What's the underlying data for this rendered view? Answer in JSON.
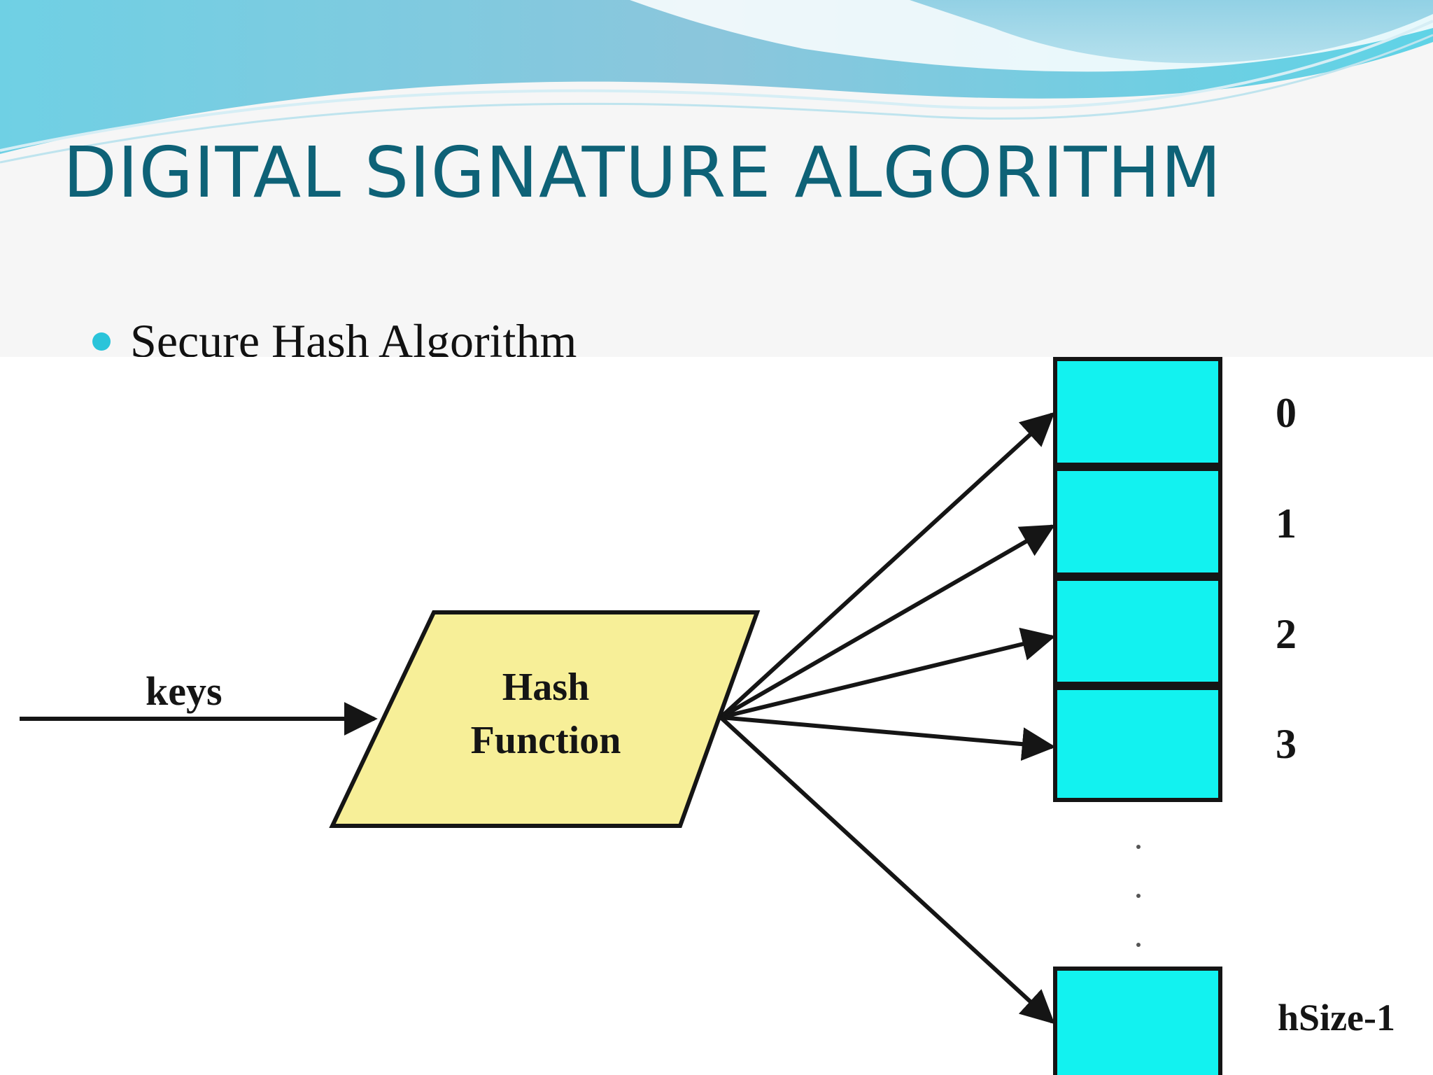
{
  "slide": {
    "title": "DIGITAL SIGNATURE ALGORITHM",
    "bullets": [
      "Secure Hash Algorithm"
    ]
  },
  "diagram": {
    "input_label": "keys",
    "hash_box": {
      "line1": "Hash",
      "line2": "Function"
    },
    "buckets": [
      {
        "index": "0",
        "label": "0"
      },
      {
        "index": "1",
        "label": "1"
      },
      {
        "index": "2",
        "label": "2"
      },
      {
        "index": "3",
        "label": "3"
      },
      {
        "index": "last",
        "label": "hSize-1"
      }
    ],
    "colors": {
      "bucket_fill": "#12f2f0",
      "hash_fill": "#f7ef98",
      "title": "#0e6277",
      "bullet": "#2ac4da",
      "ink": "#151515"
    }
  }
}
